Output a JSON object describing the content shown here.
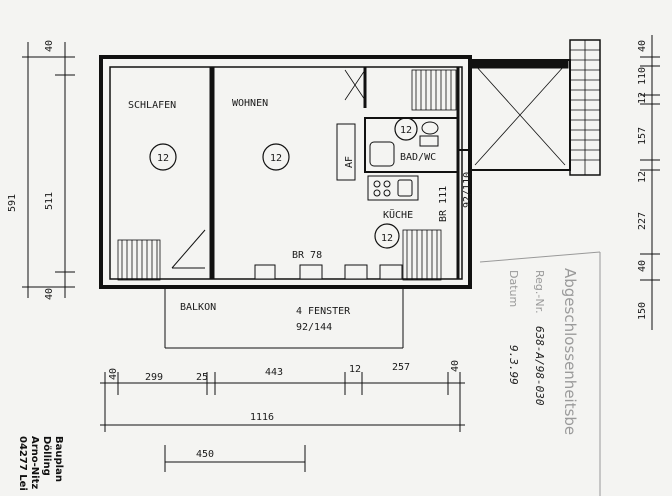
{
  "rooms": {
    "schlafen": {
      "name": "SCHLAFEN",
      "badge": "12"
    },
    "wohnen": {
      "name": "WOHNEN",
      "badge": "12"
    },
    "kueche": {
      "name": "KÜCHE",
      "badge": "12"
    },
    "bad": {
      "name": "BAD/WC",
      "badge": "12"
    },
    "balkon": {
      "name": "BALKON"
    }
  },
  "labels": {
    "af": "AF",
    "br78": "BR 78",
    "br111": "BR 111",
    "door": "92/110",
    "windows": "4 FENSTER",
    "windows_size": "92/144"
  },
  "dims_left": [
    "591",
    "511",
    "40",
    "40"
  ],
  "dims_right": [
    "40",
    "110",
    "12",
    "157",
    "12",
    "227",
    "40",
    "150"
  ],
  "dims_bottom": [
    "40",
    "299",
    "25",
    "443",
    "12",
    "257",
    "40"
  ],
  "dim_total": "1116",
  "dim_450": "450",
  "stamp": {
    "title": "Abgeschlossenheitsbe",
    "lines": [
      "Reg.-Nr.",
      "Datum"
    ],
    "number": "638-A/98-030",
    "date": "9.3.99"
  },
  "firm": [
    "Bauplan",
    "Dölling",
    "Arno-Nitz",
    "04277 Lei"
  ]
}
